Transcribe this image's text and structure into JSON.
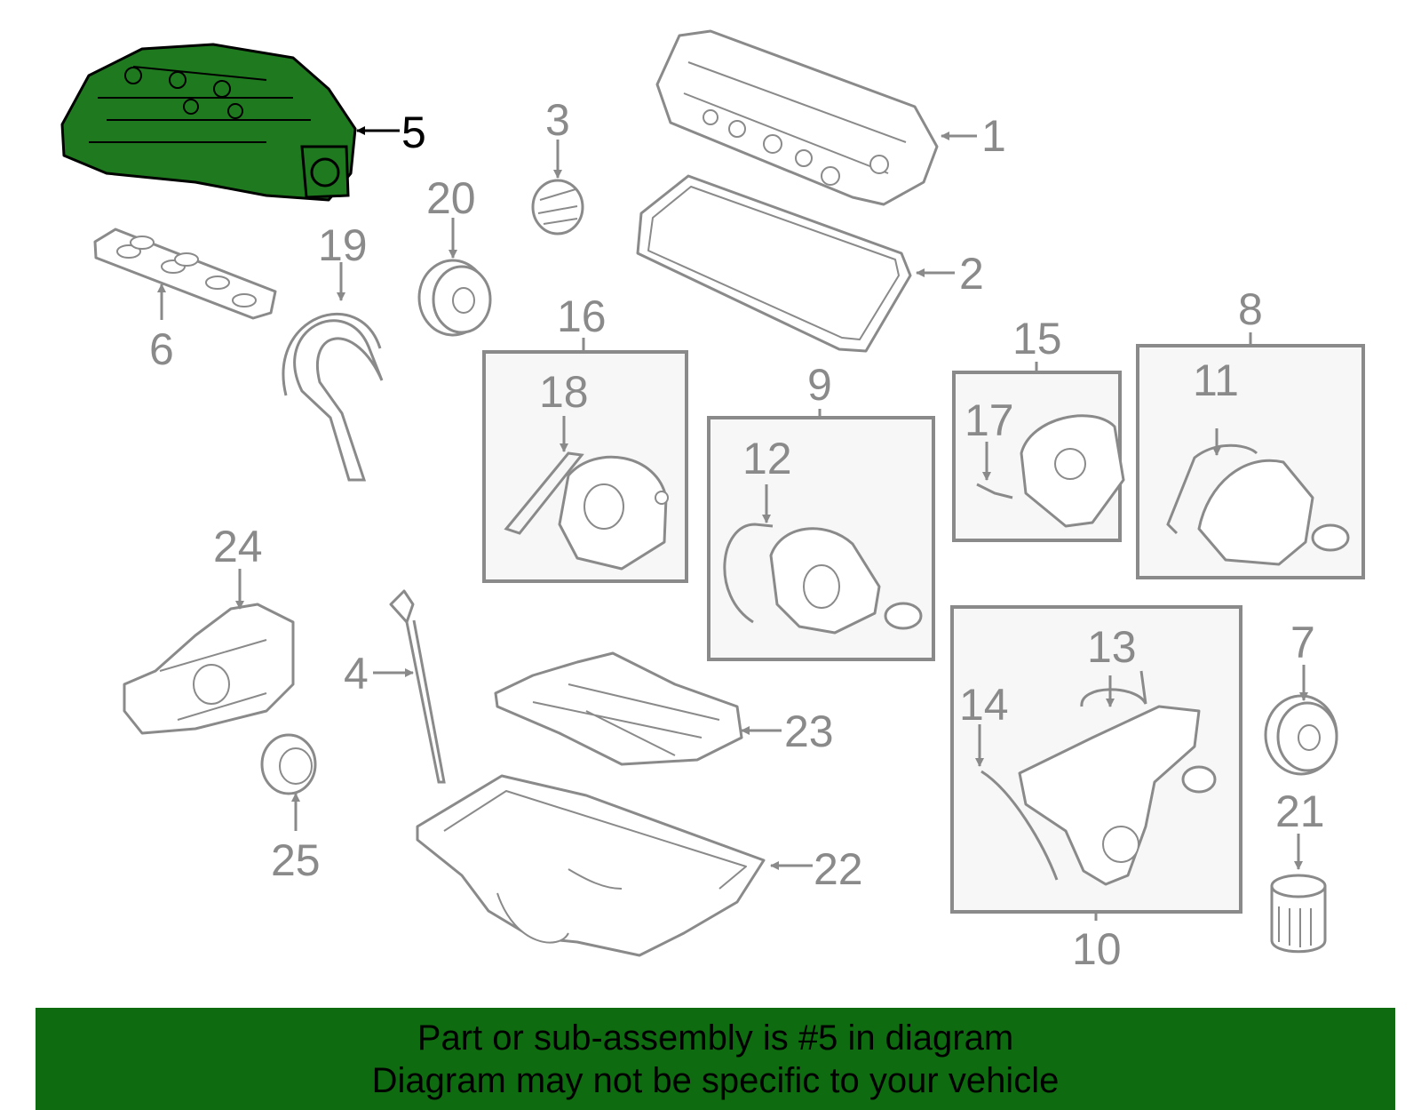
{
  "diagram": {
    "highlight_color": "#1f7a1f",
    "label_color": "#8a8a8a",
    "labels": {
      "p1": "1",
      "p2": "2",
      "p3": "3",
      "p4": "4",
      "p5": "5",
      "p6": "6",
      "p7": "7",
      "p8": "8",
      "p9": "9",
      "p10": "10",
      "p11": "11",
      "p12": "12",
      "p13": "13",
      "p14": "14",
      "p15": "15",
      "p16": "16",
      "p17": "17",
      "p18": "18",
      "p19": "19",
      "p20": "20",
      "p21": "21",
      "p22": "22",
      "p23": "23",
      "p24": "24",
      "p25": "25"
    }
  },
  "banner": {
    "background": "#0f6b0f",
    "line1": "Part or sub-assembly is #5 in diagram",
    "line2": "Diagram may not be specific to your vehicle"
  }
}
